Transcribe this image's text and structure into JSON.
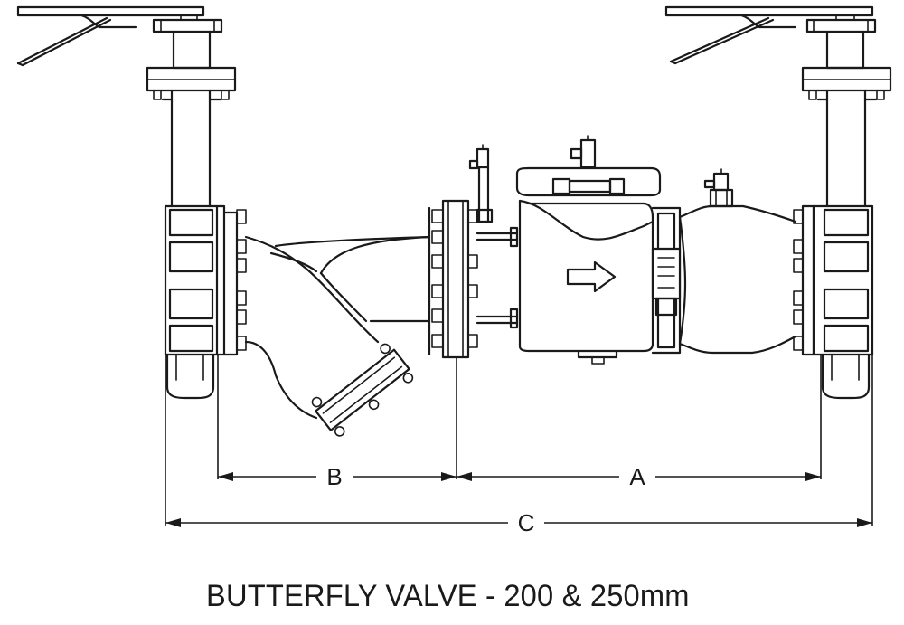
{
  "diagram": {
    "dimension_labels": {
      "b": "B",
      "a": "A",
      "c": "C"
    },
    "caption": "BUTTERFLY VALVE - 200 & 250mm",
    "line_color": "#1a1a1a",
    "background": "#ffffff"
  }
}
